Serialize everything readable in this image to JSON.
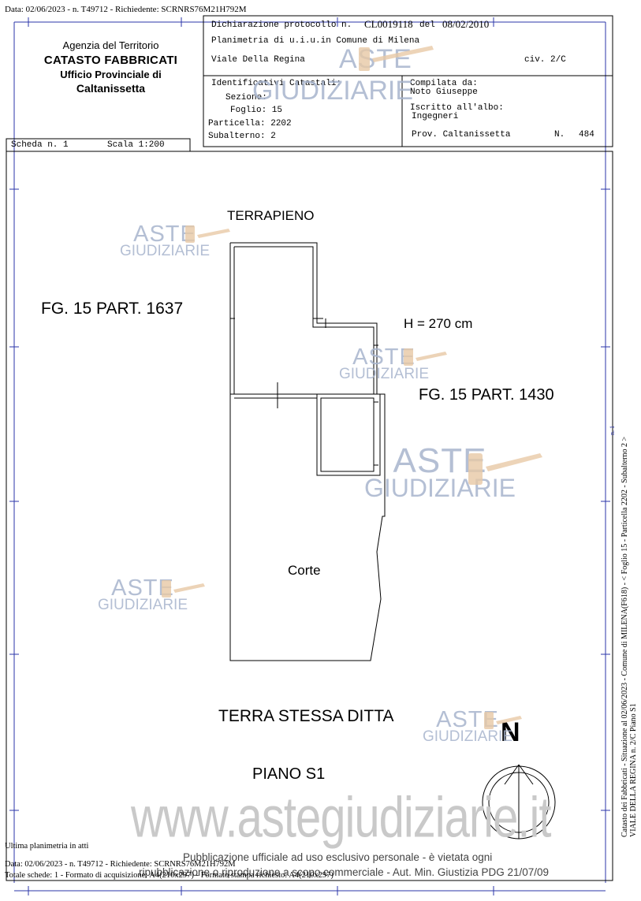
{
  "top_line": "Data: 02/06/2023 - n. T49712 - Richiedente: SCRNRS76M21H792M",
  "agency": {
    "line1": "Agenzia del Territorio",
    "line2": "CATASTO FABBRICATI",
    "line3": "Ufficio Provinciale di",
    "line4": "Caltanissetta"
  },
  "declaration": {
    "protocol_label": "Dichiarazione protocollo n.",
    "protocol_number": "CL0019118",
    "date_label": "del",
    "date": "08/02/2010",
    "plan_label": "Planimetria di u.i.u.in Comune di Milena",
    "address": "Viale Della Regina",
    "civ": "civ. 2/C"
  },
  "identifiers": {
    "title": "Identificativi Catastali:",
    "sezione": "Sezione:",
    "foglio": "Foglio: 15",
    "particella": "Particella: 2202",
    "subalterno": "Subalterno: 2"
  },
  "compiler": {
    "compiled_label": "Compilata da:",
    "name": "Noto Giuseppe",
    "albo_label": "Iscritto all'albo:",
    "albo": "Ingegneri",
    "prov": "Prov. Caltanissetta",
    "n_label": "N.",
    "n": "484"
  },
  "scheda": {
    "scheda": "Scheda n. 1",
    "scala": "Scala 1:200"
  },
  "plan": {
    "terrapieno": "TERRAPIENO",
    "fg_left": "FG. 15 PART. 1637",
    "height": "H = 270 cm",
    "fg_right": "FG. 15 PART. 1430",
    "corte": "Corte",
    "terra": "TERRA STESSA DITTA",
    "piano": "PIANO  S1",
    "north": "N"
  },
  "watermark": {
    "top": "ASTE",
    "bottom": "GIUDIZIARIE",
    "site": "www.astegiudiziarie.it",
    "notice1": "Pubblicazione ufficiale ad uso esclusivo personale - è vietata ogni",
    "notice2": "ripubblicazione o riproduzione a scopo commerciale - Aut. Min. Giustizia PDG 21/07/09"
  },
  "side": {
    "line1": "Catasto dei Fabbricati - Situazione al 02/06/2023 - Comune di MILENA(F618) - <  Foglio 15 - Particella  2202 - Subalterno 2 >",
    "line2": "VIALE DELLA REGINA n. 2/C Piano S1",
    "mark": "n. 1"
  },
  "footer": {
    "last": "Ultima planimetria in atti",
    "data": "Data: 02/06/2023 - n. T49712 - Richiedente: SCRNRS76M21H792M",
    "totale": "Totale schede: 1 - Formato di acquisizione: A4(210x297) - Formato stampa richiesto: A4(210x297)"
  }
}
